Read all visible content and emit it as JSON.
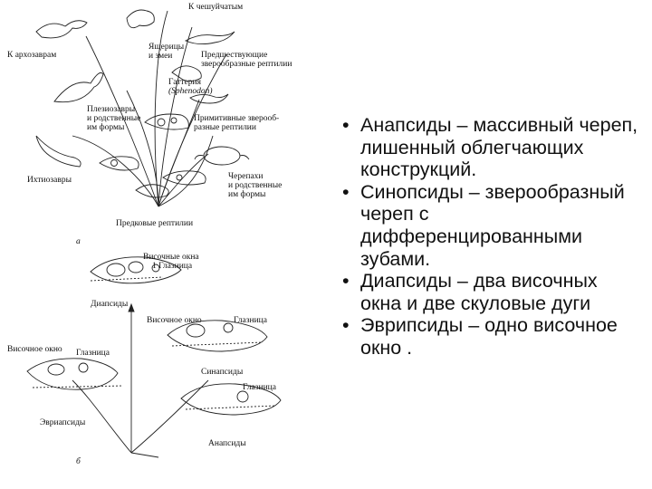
{
  "figure": {
    "top_labels": {
      "to_squamates": "К чешуйчатым",
      "to_archosaurs": "К архозаврам",
      "squamates_and_snakes": [
        "Ящерицы",
        "и змеи"
      ],
      "early_synapsids": [
        "Предшествующие",
        "зверообразные рептилии"
      ],
      "tuatara": [
        "Гаттерия",
        "(Sphenodon)"
      ],
      "plesiosaurs": [
        "Плезиозавры",
        "и родственные",
        "им формы"
      ],
      "primitive_synapsids": [
        "Примитивные зверооб-",
        "разные рептилии"
      ],
      "ichthyosaurs": "Ихтиозавры",
      "turtles": [
        "Черепахи",
        "и родственные",
        "им формы"
      ],
      "stem_reptiles": "Предковые рептилии",
      "panel_a": "а"
    },
    "bottom_labels": {
      "temporal_arches": [
        "Височные окна",
        "1 Глазница"
      ],
      "diapsid": "Диапсиды",
      "temporal_window": "Височное окно",
      "orbit_right": "Глазница",
      "temporal_window_left": "Височное окно",
      "orbit_left": "Глазница",
      "synapsid": "Синапсиды",
      "euryapsid": "Эвриапсиды",
      "orbit_bottom": "Глазница",
      "anapsid": "Анапсиды",
      "panel_b": "б"
    }
  },
  "bullets": [
    "Анапсиды – массивный череп, лишенный облегчающих конструкций.",
    "Синопсиды – зверообразный череп с дифференцированными зубами.",
    "Диапсиды – два височных окна и две скуловые дуги",
    "Эврипсиды – одно височное окно ."
  ]
}
